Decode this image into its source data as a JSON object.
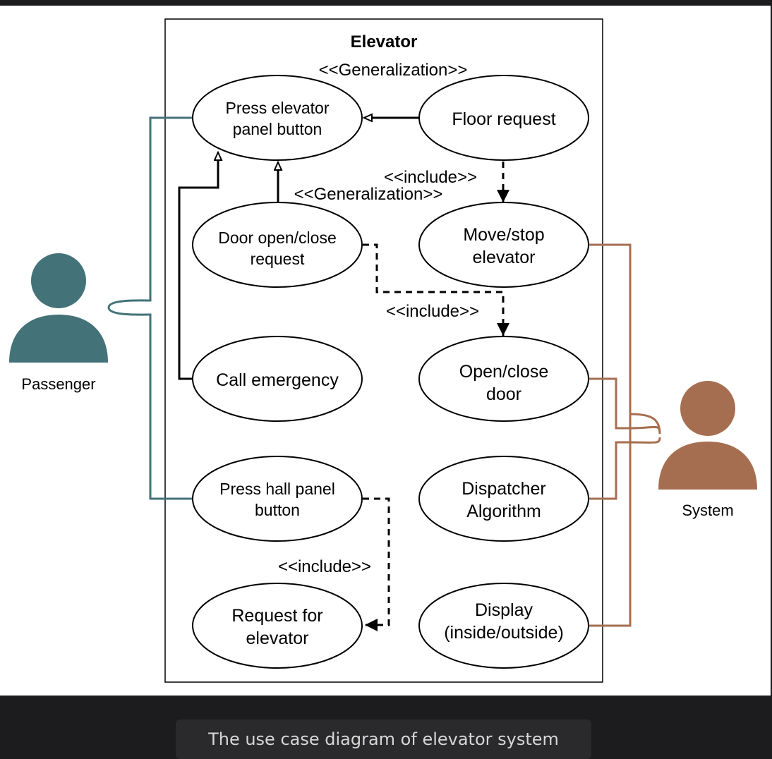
{
  "diagram": {
    "system_title": "Elevator",
    "actors": {
      "passenger": {
        "label": "Passenger",
        "color": "#437278"
      },
      "system": {
        "label": "System",
        "color": "#a66e50"
      }
    },
    "use_cases": {
      "press_elevator_panel": [
        "Press elevator",
        "panel button"
      ],
      "floor_request": [
        "Floor request"
      ],
      "door_open_close_request": [
        "Door open/close",
        "request"
      ],
      "move_stop": [
        "Move/stop",
        "elevator"
      ],
      "call_emergency": [
        "Call emergency"
      ],
      "open_close_door": [
        "Open/close",
        "door"
      ],
      "press_hall_panel": [
        "Press hall panel",
        "button"
      ],
      "dispatcher": [
        "Dispatcher",
        "Algorithm"
      ],
      "request_elevator": [
        "Request for",
        "elevator"
      ],
      "display": [
        "Display",
        "(inside/outside)"
      ]
    },
    "relations": {
      "generalization_top": "<<Generalization>>",
      "generalization_mid": "<<Generalization>>",
      "include_move": "<<include>>",
      "include_door": "<<include>>",
      "include_request": "<<include>>"
    }
  },
  "caption": "The use case diagram of elevator system"
}
